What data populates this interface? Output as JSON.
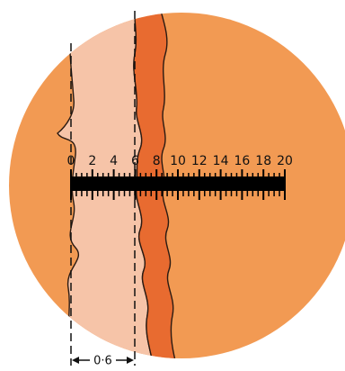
{
  "scale": {
    "tick_labels": [
      "0",
      "2",
      "4",
      "6",
      "8",
      "10",
      "12",
      "14",
      "16",
      "18",
      "20"
    ]
  },
  "measurement": {
    "label": "0·6"
  },
  "colors": {
    "background": "#ffffff",
    "field_orange": "#F29A53",
    "light_layer": "#F6C4A8",
    "dark_layer": "#E86B30",
    "outline": "#2a1a12",
    "ruler": "#000000"
  }
}
